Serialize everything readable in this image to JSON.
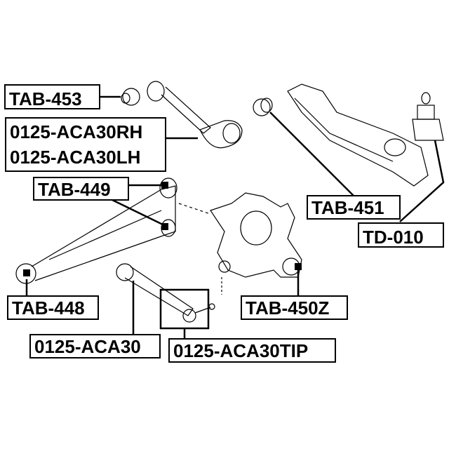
{
  "labels": {
    "tab453": "TAB-453",
    "aca30rh": "0125-ACA30RH",
    "aca30lh": "0125-ACA30LH",
    "tab449": "TAB-449",
    "tab451": "TAB-451",
    "td010": "TD-010",
    "tab448": "TAB-448",
    "tab450z": "TAB-450Z",
    "aca30": "0125-ACA30",
    "aca30tip": "0125-ACA30TIP"
  }
}
